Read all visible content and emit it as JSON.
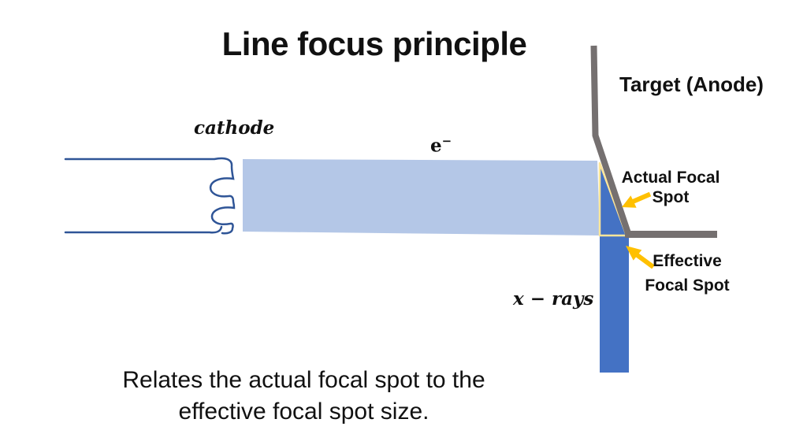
{
  "slide": {
    "title": "Line focus principle",
    "caption": {
      "line1": "Relates the actual focal spot to the",
      "line2": "effective focal spot size."
    }
  },
  "labels": {
    "target": "Target (Anode)",
    "cathode": "cathode",
    "electron_base": "e",
    "electron_sup": "−",
    "actual_line1": "Actual Focal",
    "actual_line2": "Spot",
    "effective_line1": "Effective",
    "effective_line2": "Focal Spot",
    "xrays": "x − rays"
  },
  "colors": {
    "electron_beam": "#B4C7E7",
    "xray_beam": "#4472C4",
    "anode_gray": "#757070",
    "cathode_outline": "#2F5597",
    "focal_spot_outline": "#FFE699",
    "arrow_yellow": "#FFC000",
    "text": "#111111"
  }
}
